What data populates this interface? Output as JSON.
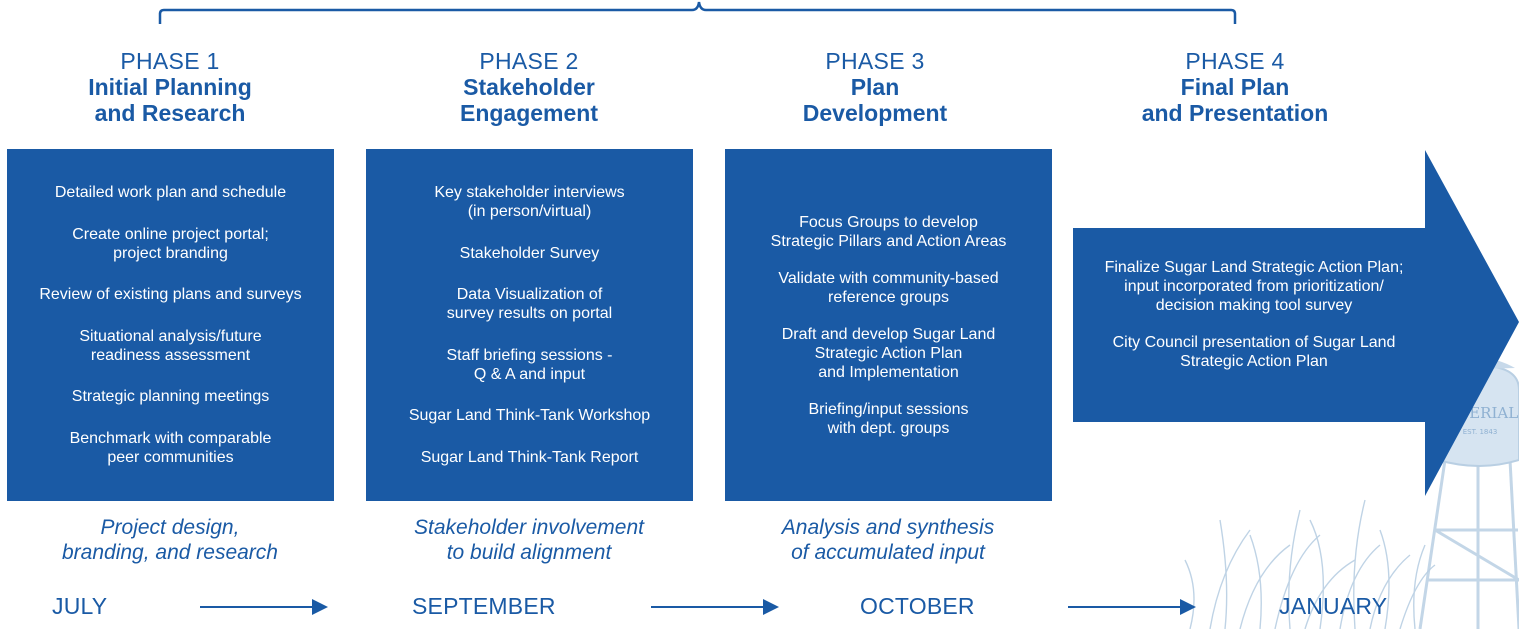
{
  "colors": {
    "primary": "#1a5aa5",
    "text_on_primary": "#ffffff",
    "decor": "#b9cfe3"
  },
  "phases": [
    {
      "num": "PHASE 1",
      "title_line1": "Initial Planning",
      "title_line2": "and Research",
      "items": [
        "Detailed work plan and schedule",
        "Create online project portal;\nproject branding",
        "Review of existing plans and surveys",
        "Situational analysis/future\nreadiness assessment",
        "Strategic planning meetings",
        "Benchmark with comparable\npeer communities"
      ],
      "summary_line1": "Project design,",
      "summary_line2": "branding, and research",
      "month": "JULY"
    },
    {
      "num": "PHASE 2",
      "title_line1": "Stakeholder",
      "title_line2": "Engagement",
      "items": [
        "Key stakeholder interviews\n(in person/virtual)",
        "Stakeholder Survey",
        "Data Visualization of\nsurvey results on portal",
        "Staff briefing sessions -\nQ & A and input",
        "Sugar Land Think-Tank Workshop",
        "Sugar Land Think-Tank Report"
      ],
      "summary_line1": "Stakeholder involvement",
      "summary_line2": "to build alignment",
      "month": "SEPTEMBER"
    },
    {
      "num": "PHASE 3",
      "title_line1": "Plan",
      "title_line2": "Development",
      "items": [
        "Focus Groups to develop\nStrategic Pillars and Action Areas",
        "Validate with community-based\nreference groups",
        "Draft and develop Sugar Land\nStrategic Action Plan\nand Implementation",
        "Briefing/input sessions\nwith dept. groups"
      ],
      "summary_line1": "Analysis and synthesis",
      "summary_line2": "of accumulated input",
      "month": "OCTOBER"
    },
    {
      "num": "PHASE 4",
      "title_line1": "Final Plan",
      "title_line2": "and Presentation",
      "items": [
        "Finalize Sugar Land Strategic Action Plan;\ninput incorporated from prioritization/\ndecision making tool survey",
        "City Council presentation of Sugar Land\nStrategic Action Plan"
      ],
      "month": "JANUARY"
    }
  ],
  "decor": {
    "water_tower_text": "IMPERIAL",
    "water_tower_sub": "EST. 1843"
  }
}
